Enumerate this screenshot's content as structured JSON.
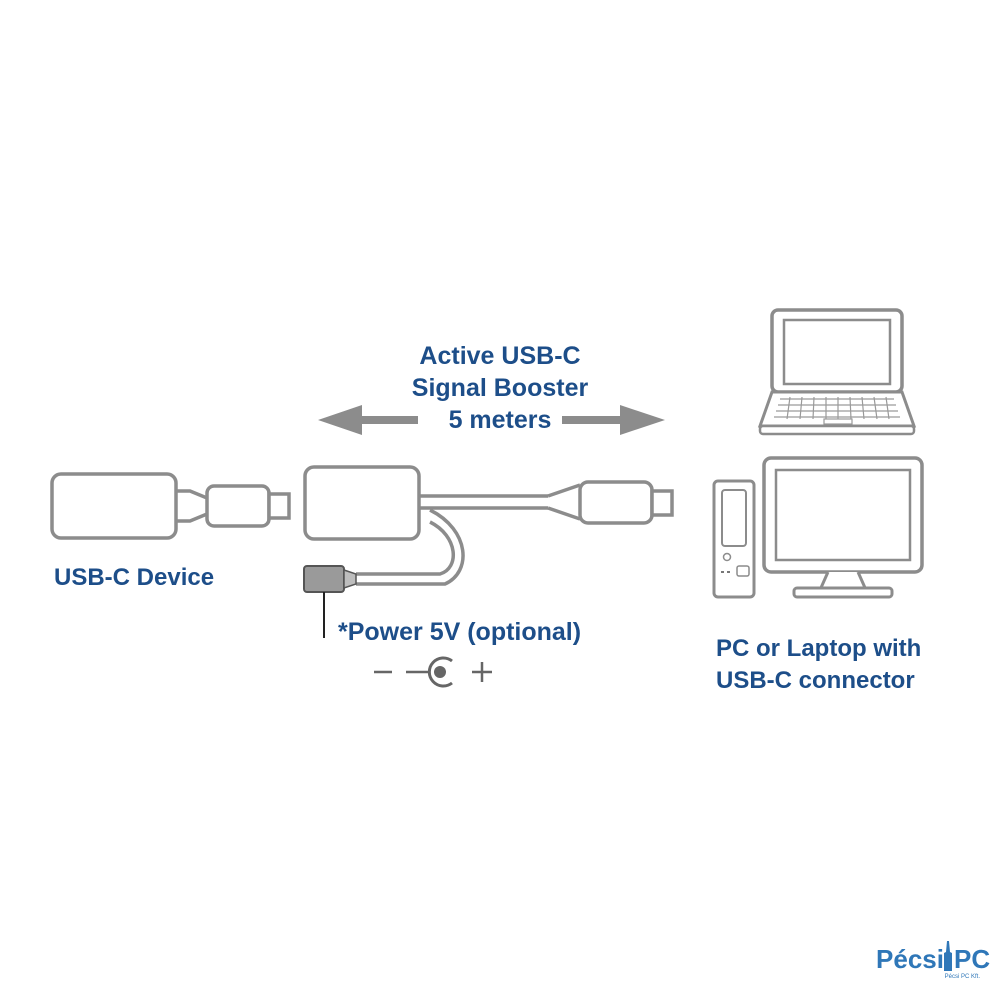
{
  "labels": {
    "booster_line1": "Active USB-C",
    "booster_line2": "Signal Booster",
    "booster_line3": "5 meters",
    "device": "USB-C Device",
    "power": "*Power 5V (optional)",
    "polarity_minus": "−",
    "polarity_plus": "+",
    "pc_line1": "PC or Laptop with",
    "pc_line2": "USB-C connector"
  },
  "logo": {
    "part1": "Pécsi",
    "part2": "PC",
    "tagline": "Pécsi PC Kft."
  },
  "icons": {
    "arrow": "double-arrow-icon",
    "device": "usb-c-device-icon",
    "booster": "signal-booster-box-icon",
    "power": "power-plug-icon",
    "polarity": "dc-polarity-icon",
    "laptop": "laptop-icon",
    "desktop": "desktop-pc-icon"
  },
  "colors": {
    "text": "#1d4e89",
    "stroke": "#8c8c8c",
    "dark_stroke": "#444444",
    "logo": "#2f77b8"
  }
}
